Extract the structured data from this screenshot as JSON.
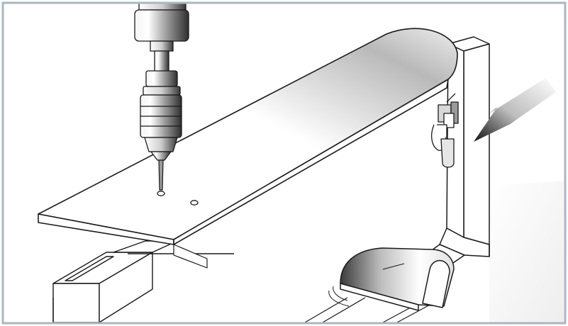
{
  "illustration": {
    "style": "technical line drawing",
    "colors": {
      "frame_border": "#aab6c3",
      "line": "#1a1a1a",
      "fill": "#ffffff",
      "shade_dark": "#4a4a4a",
      "shade_light": "#f2f2f2"
    },
    "elements": [
      {
        "name": "drill-press-chuck",
        "icon": "drill-chuck-icon"
      },
      {
        "name": "drill-bit",
        "icon": "drill-bit-icon"
      },
      {
        "name": "drilled-holes",
        "count": 2
      },
      {
        "name": "snowboard-deck",
        "icon": "snowboard-icon"
      },
      {
        "name": "support-frame-post",
        "icon": "frame-post-icon"
      },
      {
        "name": "mounted-component",
        "icon": "clip-cluster-icon"
      },
      {
        "name": "pointer-arrow",
        "icon": "arrow-icon"
      },
      {
        "name": "base-rail",
        "icon": "rail-icon"
      },
      {
        "name": "binding-cover",
        "icon": "binding-icon"
      }
    ]
  }
}
